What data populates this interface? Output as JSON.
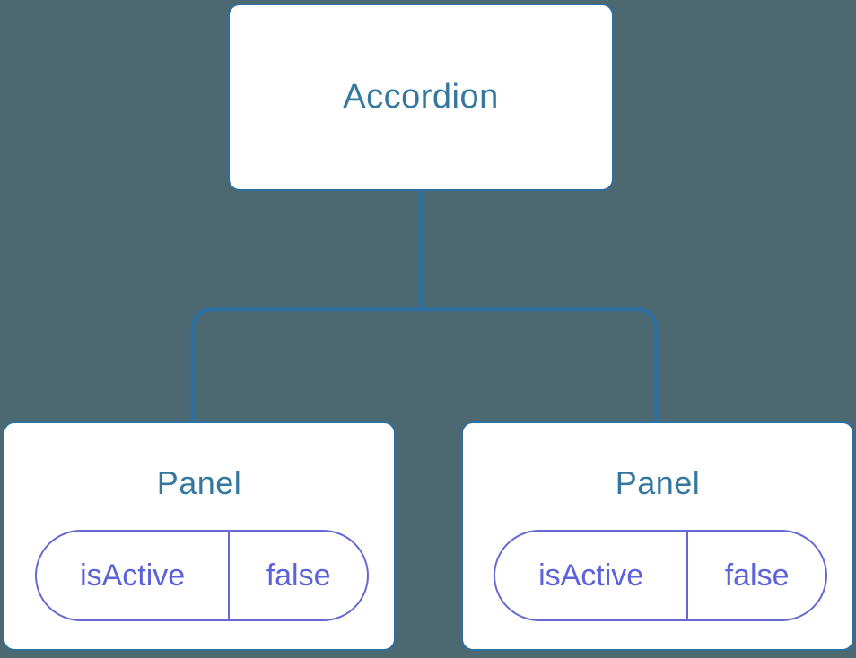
{
  "diagram": {
    "description": "React component tree diagram",
    "root": {
      "label": "Accordion"
    },
    "children": [
      {
        "label": "Panel",
        "state": {
          "name": "isActive",
          "value": "false"
        }
      },
      {
        "label": "Panel",
        "state": {
          "name": "isActive",
          "value": "false"
        }
      }
    ],
    "colors": {
      "background": "#4c6871",
      "connector": "#2f6f9e",
      "node_background": "#ffffff",
      "node_text": "#35789e",
      "state_pill_border": "#6469d2",
      "state_pill_text": "#5c62d9"
    }
  }
}
